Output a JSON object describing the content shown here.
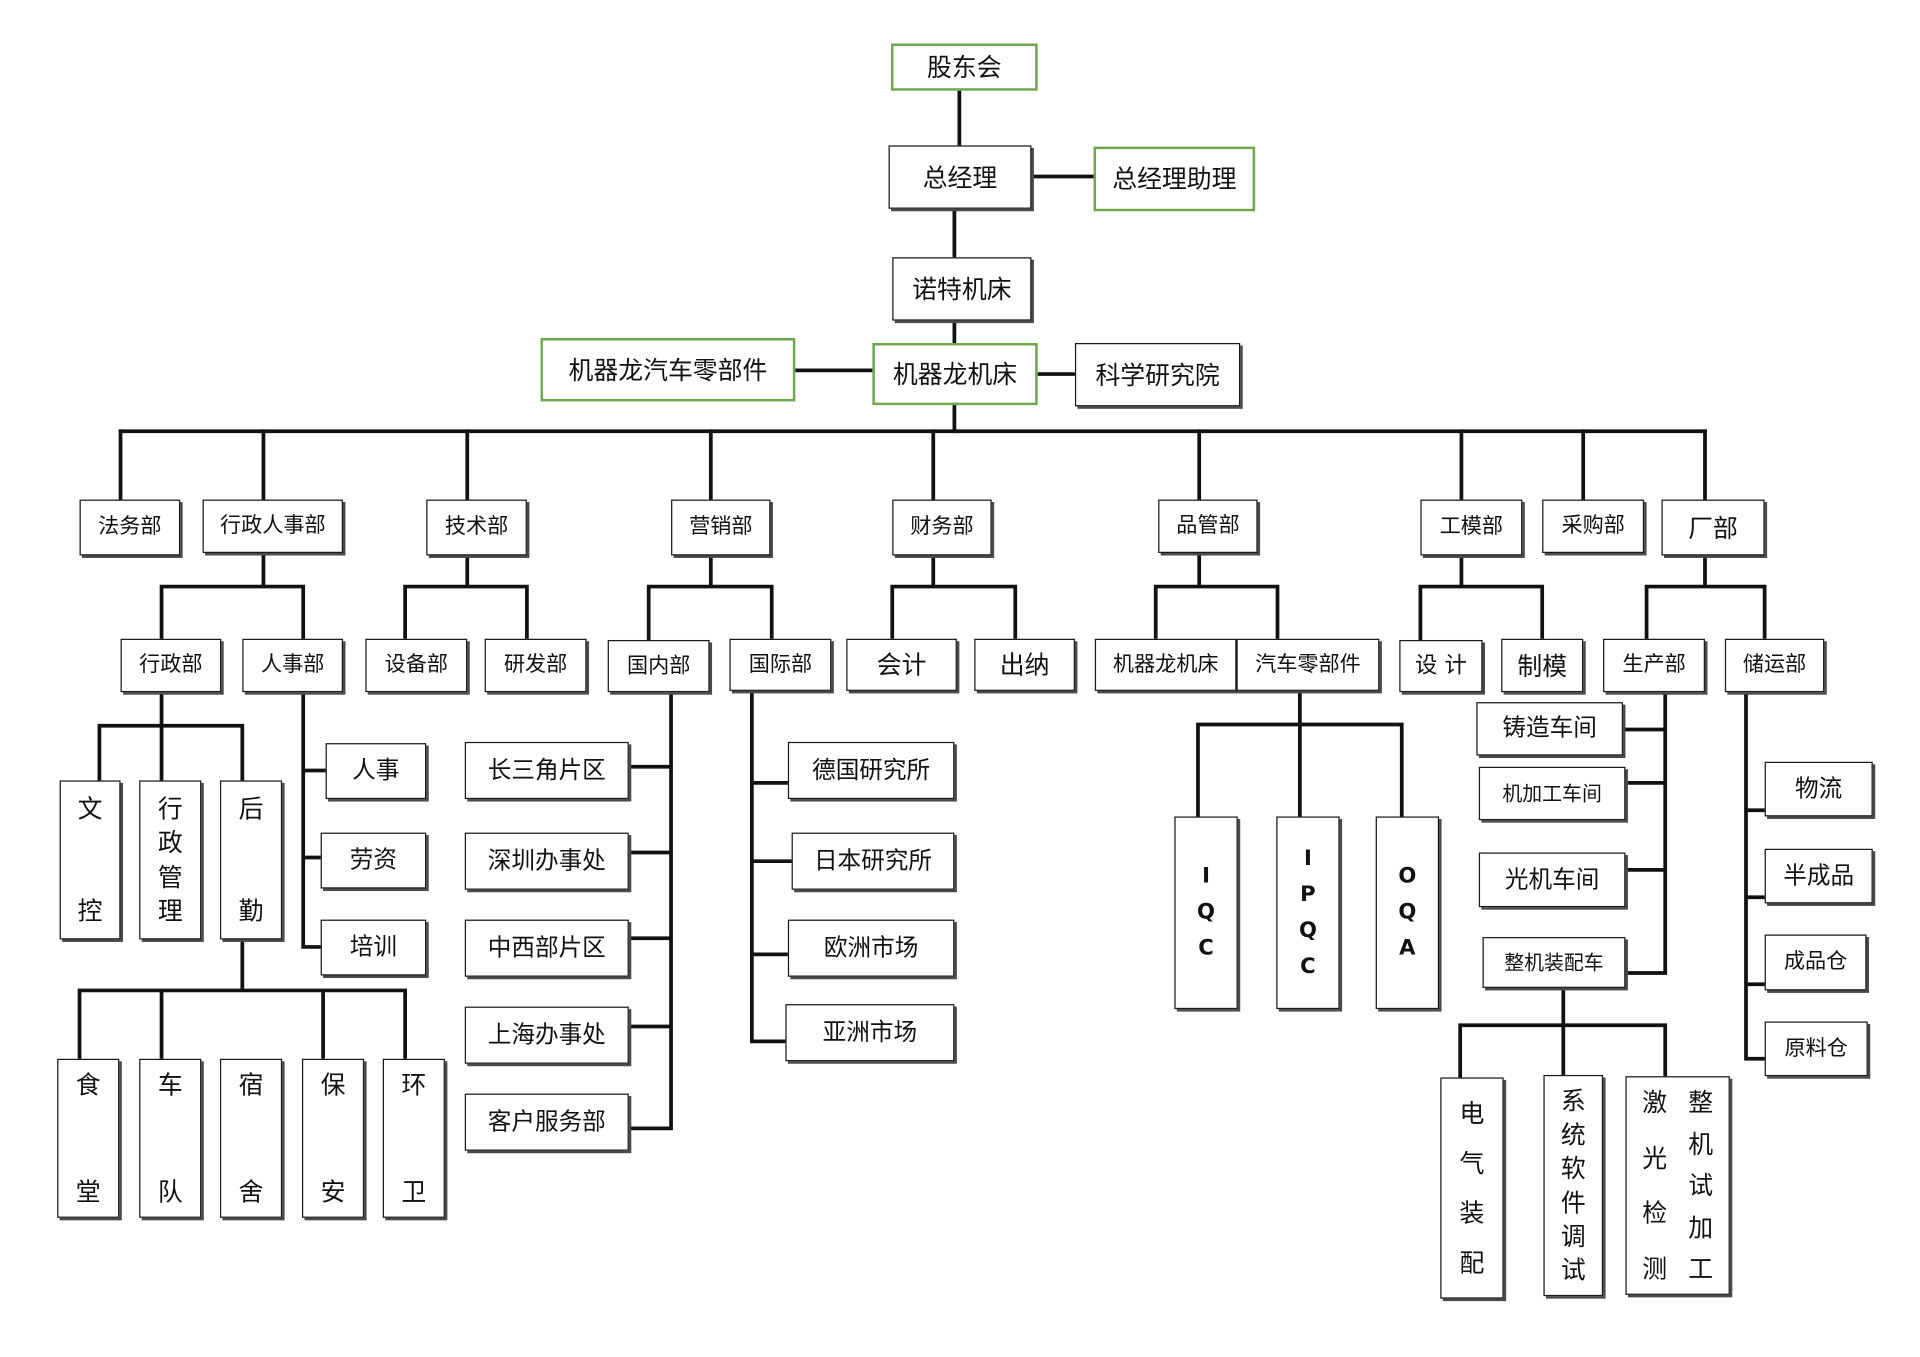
{
  "top": {
    "shareholders": "股东会",
    "general_manager": "总经理",
    "gm_assistant": "总经理助理",
    "nuote_machine_tool": "诺特机床",
    "jiqilong_machine_tool": "机器龙机床",
    "jiqilong_auto_parts": "机器龙汽车零部件",
    "research_institute": "科学研究院"
  },
  "departments": {
    "legal": {
      "label": "法务部"
    },
    "admin_hr": {
      "label": "行政人事部",
      "admin": {
        "label": "行政部",
        "units": [
          "文控",
          "行政管理",
          "后勤"
        ],
        "logistics_units": [
          "食堂",
          "车队",
          "宿舍",
          "保安",
          "环卫"
        ]
      },
      "hr": {
        "label": "人事部",
        "units": [
          "人事",
          "劳资",
          "培训"
        ]
      }
    },
    "technology": {
      "label": "技术部",
      "units": [
        "设备部",
        "研发部"
      ]
    },
    "marketing": {
      "label": "营销部",
      "domestic": {
        "label": "国内部",
        "units": [
          "长三角片区",
          "深圳办事处",
          "中西部片区",
          "上海办事处",
          "客户服务部"
        ]
      },
      "international": {
        "label": "国际部",
        "units": [
          "德国研究所",
          "日本研究所",
          "欧洲市场",
          "亚洲市场"
        ]
      }
    },
    "finance": {
      "label": "财务部",
      "units": [
        "会计",
        "出纳"
      ]
    },
    "quality": {
      "label": "品管部",
      "units": [
        "机器龙机床",
        "汽车零部件"
      ],
      "auto_parts_units": [
        "IQC",
        "IPQC",
        "OQA"
      ]
    },
    "tooling": {
      "label": "工模部",
      "units": [
        "设 计",
        "制模"
      ]
    },
    "purchasing": {
      "label": "采购部"
    },
    "factory": {
      "label": "厂部",
      "production": {
        "label": "生产部",
        "workshops": [
          "铸造车间",
          "机加工车间",
          "光机车间",
          "整机装配车"
        ],
        "assembly_units": [
          "电气装配",
          "系统软件调试",
          "激光检测",
          "整机试加工"
        ]
      },
      "storage": {
        "label": "储运部",
        "units": [
          "物流",
          "半成品",
          "成品仓",
          "原料仓"
        ]
      }
    }
  },
  "colors": {
    "highlight_border": "#6fa650",
    "box_border": "#1a1a1a",
    "connector": "#111111",
    "background": "#ffffff"
  }
}
